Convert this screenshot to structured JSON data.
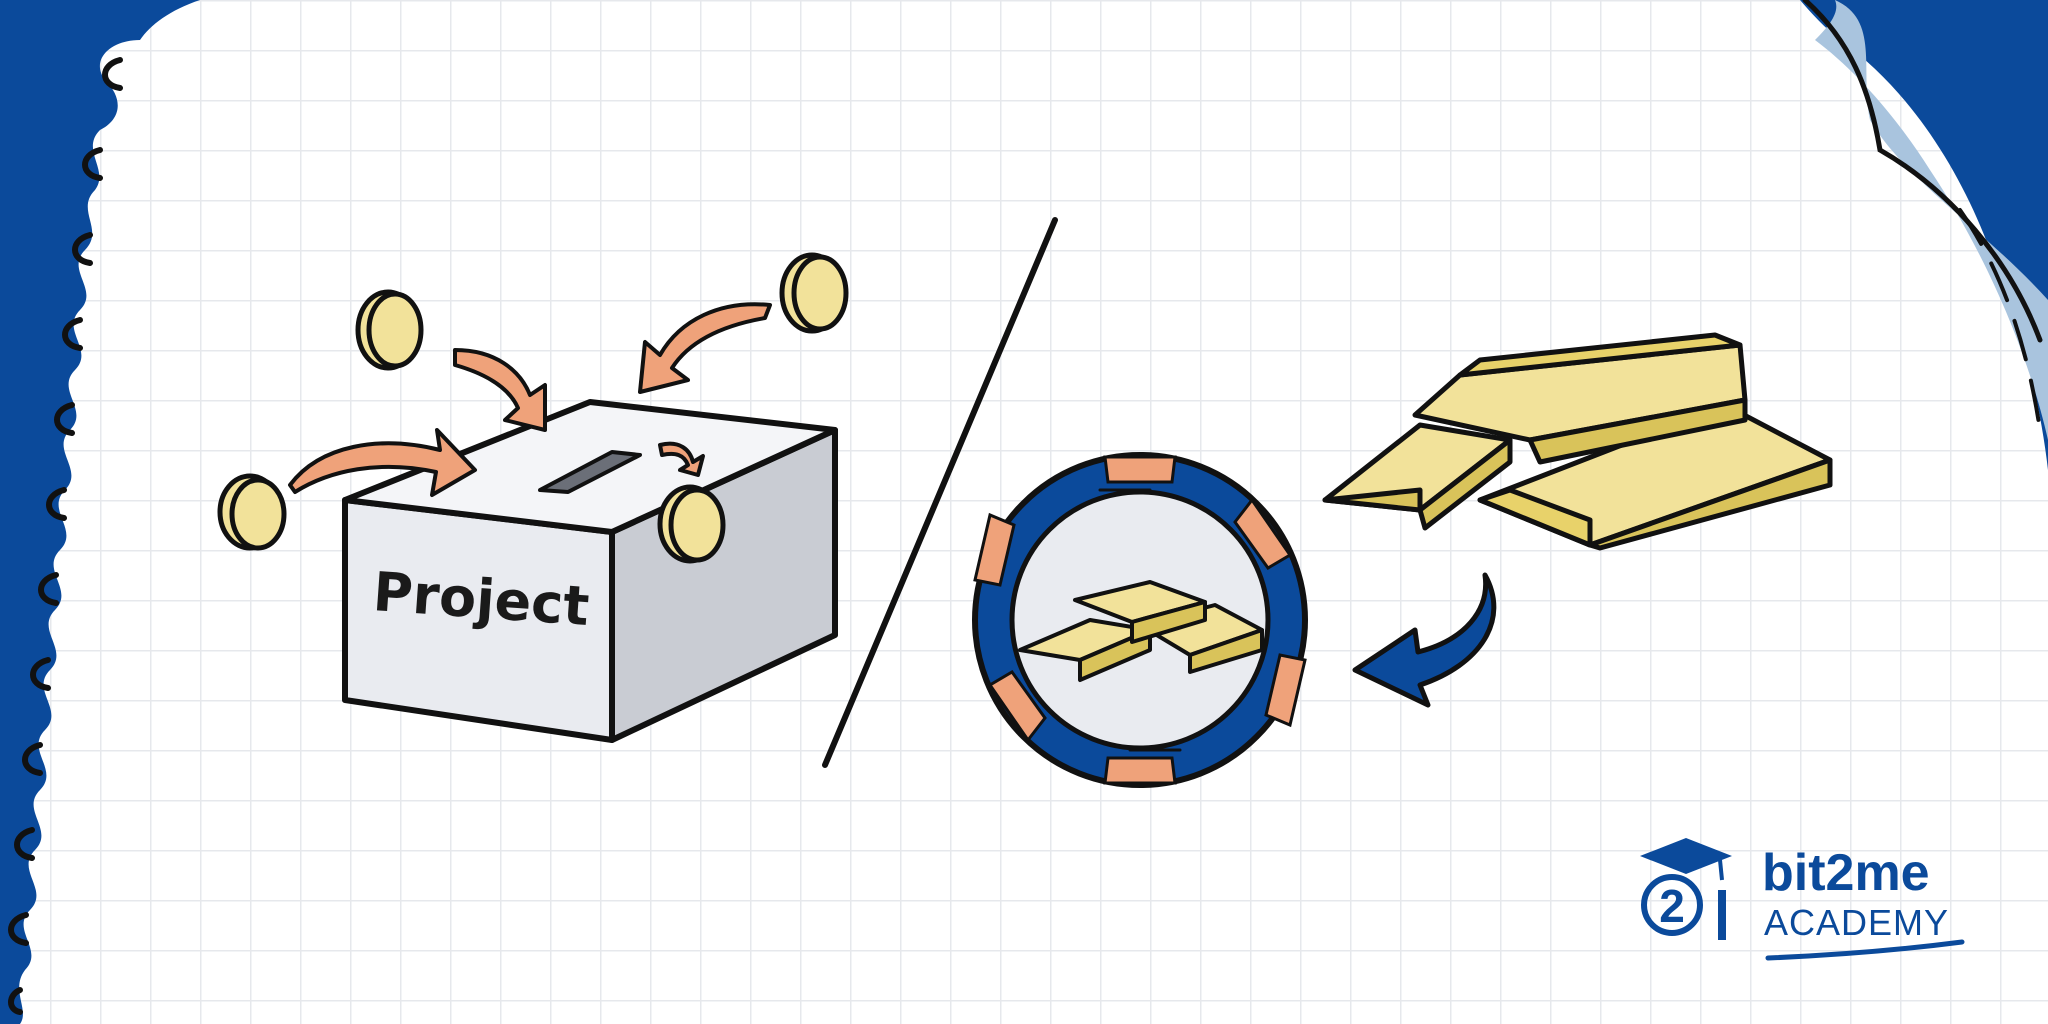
{
  "illustration": {
    "box_label": "Project"
  },
  "brand": {
    "name": "bit2me",
    "subtitle": "ACADEMY",
    "badge_digit": "2"
  },
  "colors": {
    "brand_blue": "#0B4A9B",
    "coin_yellow": "#F2E29A",
    "gold": "#E8D26A",
    "arrow_orange": "#EFA27A",
    "box_grey": "#E9EBF0",
    "page_curl": "#A9C4DE"
  },
  "icons": [
    "coin-icon",
    "arrow-icon",
    "gold-bar-icon",
    "token-icon",
    "graduation-cap-icon"
  ]
}
